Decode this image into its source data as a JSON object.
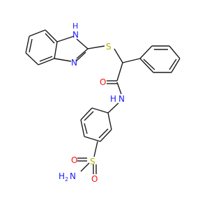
{
  "molecule": {
    "atoms": {
      "NH_benzimidazole": "N",
      "NH_benzimidazole_H": "H",
      "N_benzimidazole": "N",
      "S_thioether": "S",
      "O_amide": "O",
      "N_amide": "N",
      "H_amide": "H",
      "S_sulfonyl": "S",
      "O_sulfonyl_left": "O",
      "O_sulfonyl_bottom": "O",
      "N_sulfonamide": "N",
      "H2_sulfonamide": "H",
      "H2_sub": "2"
    },
    "colors": {
      "nitrogen": "#1a1aff",
      "oxygen": "#ff0d0d",
      "sulfur": "#b3b300",
      "bond": "#1a1a1a"
    }
  }
}
